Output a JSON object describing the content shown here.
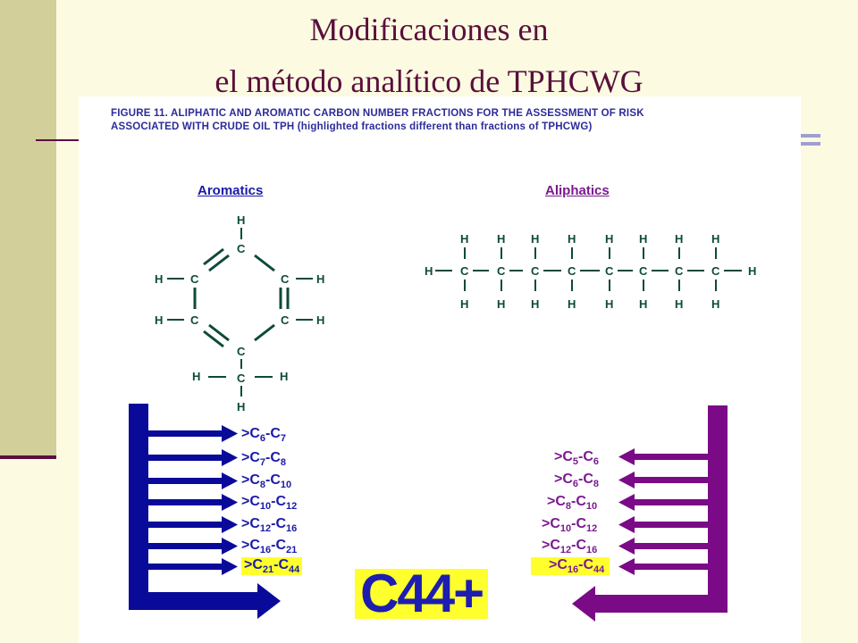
{
  "slide": {
    "title_line1": "Modificaciones en",
    "title_line2": "el método analítico de TPHCWG"
  },
  "figure": {
    "caption_line1": "FIGURE 11.   ALIPHATIC AND AROMATIC CARBON NUMBER FRACTIONS FOR THE ASSESSMENT OF RISK",
    "caption_line2": "ASSOCIATED WITH CRUDE OIL TPH (highlighted fractions different than fractions of TPHCWG)",
    "aromatics_heading": "Aromatics",
    "aliphatics_heading": "Aliphatics",
    "aromatic_fractions": [
      {
        "a": "6",
        "b": "7",
        "highlighted": false
      },
      {
        "a": "7",
        "b": "8",
        "highlighted": false
      },
      {
        "a": "8",
        "b": "10",
        "highlighted": false
      },
      {
        "a": "10",
        "b": "12",
        "highlighted": false
      },
      {
        "a": "12",
        "b": "16",
        "highlighted": false
      },
      {
        "a": "16",
        "b": "21",
        "highlighted": false
      },
      {
        "a": "21",
        "b": "44",
        "highlighted": true
      }
    ],
    "aliphatic_fractions": [
      {
        "a": "5",
        "b": "6",
        "highlighted": false
      },
      {
        "a": "6",
        "b": "8",
        "highlighted": false
      },
      {
        "a": "8",
        "b": "10",
        "highlighted": false
      },
      {
        "a": "10",
        "b": "12",
        "highlighted": false
      },
      {
        "a": "12",
        "b": "16",
        "highlighted": false
      },
      {
        "a": "16",
        "b": "44",
        "highlighted": true
      }
    ],
    "combined_label": "C44+",
    "colors": {
      "aromatic_arrows": "#0a0a9a",
      "aliphatic_arrows": "#7a0a86",
      "molecule_bonds": "#0d4a3a",
      "highlight": "#ffff2e"
    }
  }
}
